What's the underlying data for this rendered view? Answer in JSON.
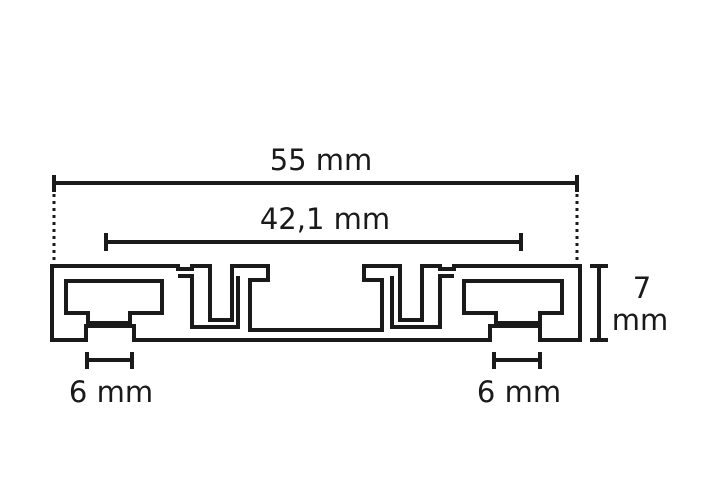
{
  "dimensions": {
    "overall_width": "55 mm",
    "inner_width": "42,1 mm",
    "left_slot": "6 mm",
    "right_slot": "6 mm",
    "height_value": "7",
    "height_unit": "mm"
  },
  "colors": {
    "line": "#1a1a1a",
    "background": "#ffffff"
  }
}
